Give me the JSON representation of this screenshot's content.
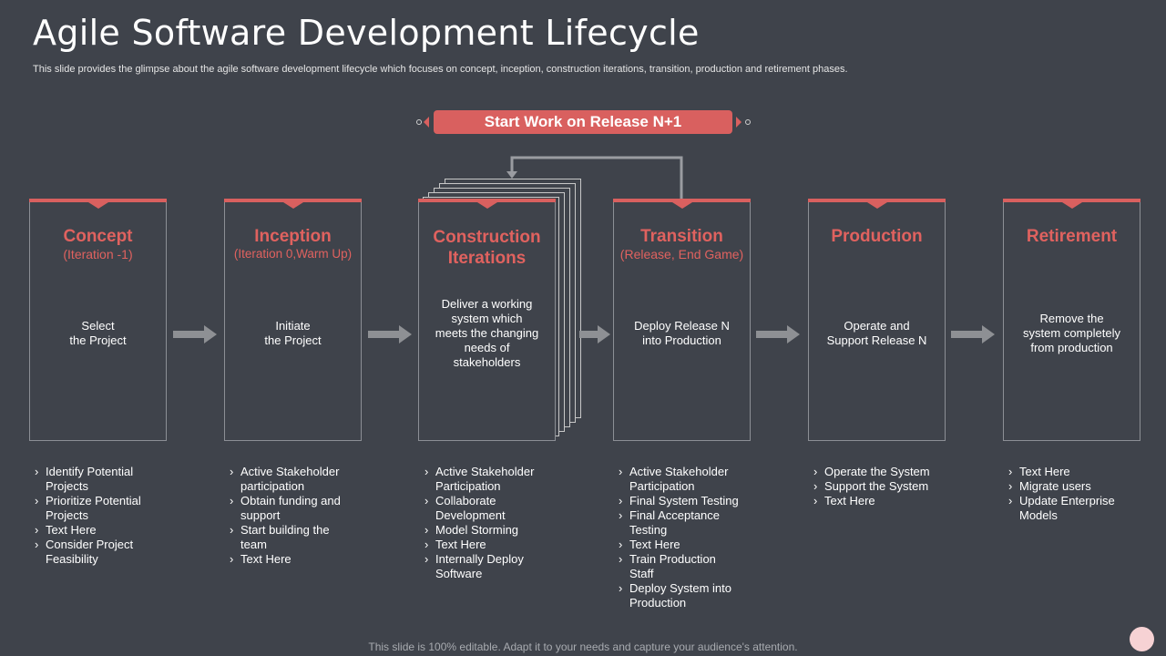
{
  "title": "Agile Software Development Lifecycle",
  "subtitle": "This slide provides the glimpse about the agile software development lifecycle which focuses on concept, inception, construction iterations, transition, production and retirement phases.",
  "banner": "Start Work on Release N+1",
  "colors": {
    "accent": "#d9605f",
    "background": "#3f434b",
    "arrow": "#8e9094"
  },
  "phases": [
    {
      "name": "Concept",
      "sub": "(Iteration -1)",
      "desc": "Select\nthe Project",
      "bullets": [
        "Identify Potential\nProjects",
        "Prioritize Potential\nProjects",
        "Text Here",
        "Consider Project\nFeasibility"
      ]
    },
    {
      "name": "Inception",
      "sub": "(Iteration 0,Warm Up)",
      "desc": "Initiate\nthe Project",
      "bullets": [
        "Active Stakeholder\nparticipation",
        "Obtain funding and\nsupport",
        "Start building the\nteam",
        "Text Here"
      ]
    },
    {
      "name": "Construction\nIterations",
      "sub": "",
      "desc": "Deliver  a working\nsystem which\nmeets the changing\nneeds of\nstakeholders",
      "bullets": [
        "Active Stakeholder\nParticipation",
        "Collaborate\nDevelopment",
        "Model Storming",
        "Text Here",
        "Internally Deploy\nSoftware"
      ]
    },
    {
      "name": "Transition",
      "sub": "(Release, End Game)",
      "desc": "Deploy Release N\ninto Production",
      "bullets": [
        "Active Stakeholder\nParticipation",
        "Final System Testing",
        "Final Acceptance\nTesting",
        "Text Here",
        "Train Production\nStaff",
        "Deploy System into\nProduction"
      ]
    },
    {
      "name": "Production",
      "sub": "",
      "desc": "Operate and\nSupport Release N",
      "bullets": [
        "Operate the System",
        "Support the System",
        "Text Here"
      ]
    },
    {
      "name": "Retirement",
      "sub": "",
      "desc": "Remove  the\nsystem completely\nfrom production",
      "bullets": [
        "Text Here",
        "Migrate users",
        "Update Enterprise\nModels"
      ]
    }
  ],
  "footer": "This slide is 100% editable. Adapt it to your needs and capture your audience's attention."
}
